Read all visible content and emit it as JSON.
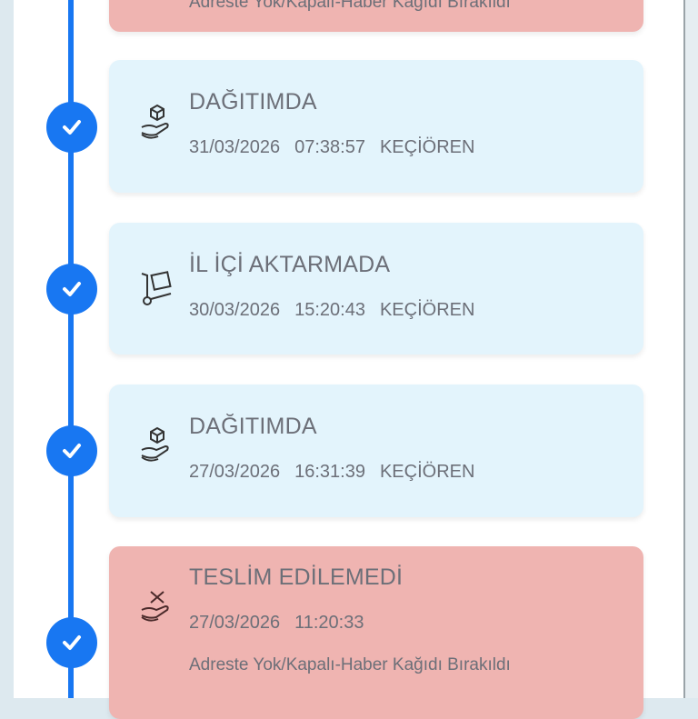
{
  "accent_color": "#1877f2",
  "events": [
    {
      "type": "fail",
      "title": "",
      "date": "",
      "time": "",
      "location": "",
      "note": "Adreste Yok/Kapalı-Haber Kağıdı Bırakıldı",
      "icon": "hand-x-icon"
    },
    {
      "type": "info",
      "title": "DAĞITIMDA",
      "date": "31/03/2026",
      "time": "07:38:57",
      "location": "KEÇİÖREN",
      "icon": "hand-box-icon"
    },
    {
      "type": "info",
      "title": "İL İÇİ AKTARMADA",
      "date": "30/03/2026",
      "time": "15:20:43",
      "location": "KEÇİÖREN",
      "icon": "hand-truck-icon"
    },
    {
      "type": "info",
      "title": "DAĞITIMDA",
      "date": "27/03/2026",
      "time": "16:31:39",
      "location": "KEÇİÖREN",
      "icon": "hand-box-icon"
    },
    {
      "type": "fail",
      "title": "TESLİM EDİLEMEDİ",
      "date": "27/03/2026",
      "time": "11:20:33",
      "location": "",
      "note": "Adreste Yok/Kapalı-Haber Kağıdı Bırakıldı",
      "icon": "hand-x-icon"
    }
  ]
}
